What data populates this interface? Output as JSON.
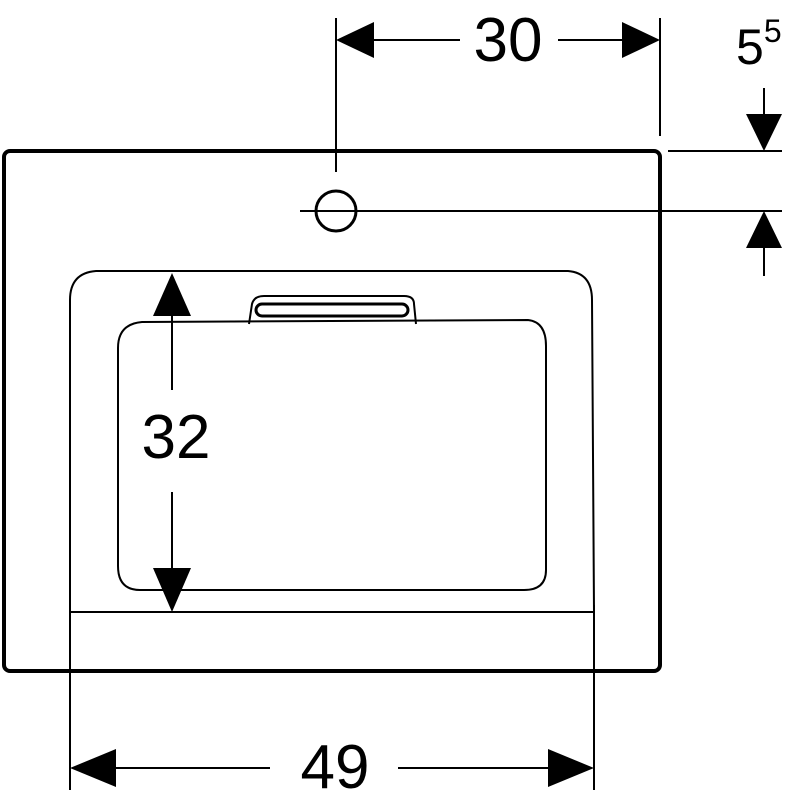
{
  "dimensions": {
    "tap_hole_offset": "30",
    "edge_offset_base": "5",
    "edge_offset_superscript": "5",
    "bowl_depth": "32",
    "bowl_width": "49"
  },
  "colors": {
    "line": "#000000",
    "background": "#ffffff"
  }
}
